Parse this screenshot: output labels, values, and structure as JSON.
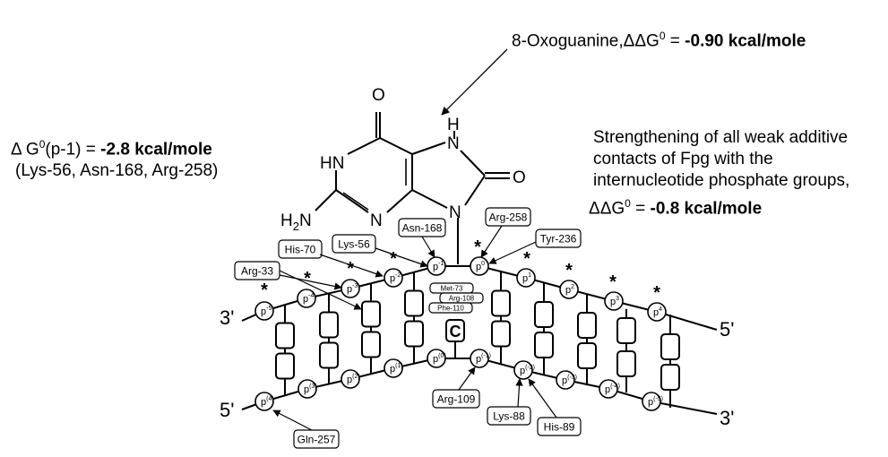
{
  "top_annotation": {
    "label": "8-Oxoguanine,",
    "ddg": "ΔΔG",
    "sup": "0",
    "eq": " = ",
    "value": "-0.90 kcal/mole"
  },
  "left_annotation": {
    "dg": "Δ G",
    "sup": "0",
    "suffix": "(p-1) = ",
    "value": "-2.8 kcal/mole",
    "residues": "(Lys-56, Asn-168, Arg-258)"
  },
  "right_annotation": {
    "line1": "Strengthening of all weak additive",
    "line2": "contacts of Fpg with the",
    "line3": "internucleotide phosphate groups,",
    "ddg": "ΔΔG",
    "sup": "0",
    "eq": " = ",
    "value": "-0.8 kcal/mole"
  },
  "molecule_atoms": {
    "o_top": "O",
    "hn": "HN",
    "h": "H",
    "n_right": "N",
    "o_right": "O",
    "h2n": "H",
    "h2n_sub": "2",
    "h2n_n": "N",
    "n_bottom": "N",
    "n_glyco": "N"
  },
  "strand_labels": {
    "top_left": "3'",
    "top_right": "5'",
    "bottom_left": "5'",
    "bottom_right": "3'"
  },
  "phosphates_top": [
    {
      "base": "p",
      "sup": "-5"
    },
    {
      "base": "p",
      "sup": "-4"
    },
    {
      "base": "p",
      "sup": "-3"
    },
    {
      "base": "p",
      "sup": "-2"
    },
    {
      "base": "p",
      "sup": "-1"
    },
    {
      "base": "p",
      "sup": "0"
    },
    {
      "base": "p",
      "sup": "1"
    },
    {
      "base": "p",
      "sup": "2"
    },
    {
      "base": "p",
      "sup": "3"
    },
    {
      "base": "p",
      "sup": "4"
    }
  ],
  "phosphates_bottom": [
    {
      "base": "p",
      "sup": "(4)"
    },
    {
      "base": "p",
      "sup": "(3)"
    },
    {
      "base": "p",
      "sup": "(2)"
    },
    {
      "base": "p",
      "sup": "(1)"
    },
    {
      "base": "p",
      "sup": "(0)"
    },
    {
      "base": "p",
      "sup": "(-1)"
    },
    {
      "base": "p",
      "sup": "(-2)"
    },
    {
      "base": "p",
      "sup": "(-3)"
    },
    {
      "base": "p",
      "sup": "(-4)"
    },
    {
      "base": "p",
      "sup": "(-5)"
    }
  ],
  "residues_top": [
    "Arg-33",
    "His-70",
    "Lys-56",
    "Asn-168",
    "Arg-258",
    "Tyr-236"
  ],
  "residues_bottom": [
    "Gln-257",
    "Arg-109",
    "Lys-88",
    "His-89"
  ],
  "residues_inner": [
    "Met-73",
    "Arg-108",
    "Phe-110"
  ],
  "cytosine": "C",
  "star": "*"
}
